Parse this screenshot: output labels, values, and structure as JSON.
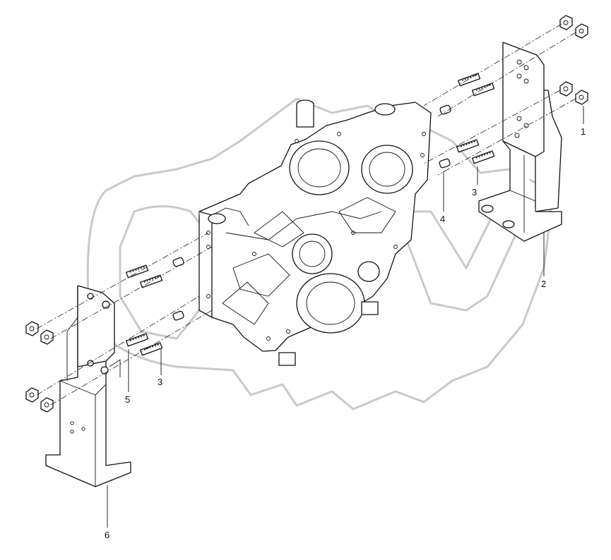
{
  "diagram": {
    "callouts": [
      {
        "id": "1",
        "label": "1"
      },
      {
        "id": "2",
        "label": "2"
      },
      {
        "id": "3a",
        "label": "3"
      },
      {
        "id": "4",
        "label": "4"
      },
      {
        "id": "3b",
        "label": "3"
      },
      {
        "id": "5",
        "label": "5"
      },
      {
        "id": "6",
        "label": "6"
      }
    ],
    "colors": {
      "line": "#111111",
      "watermark": "#c9c9c9",
      "background": "#ffffff"
    }
  }
}
